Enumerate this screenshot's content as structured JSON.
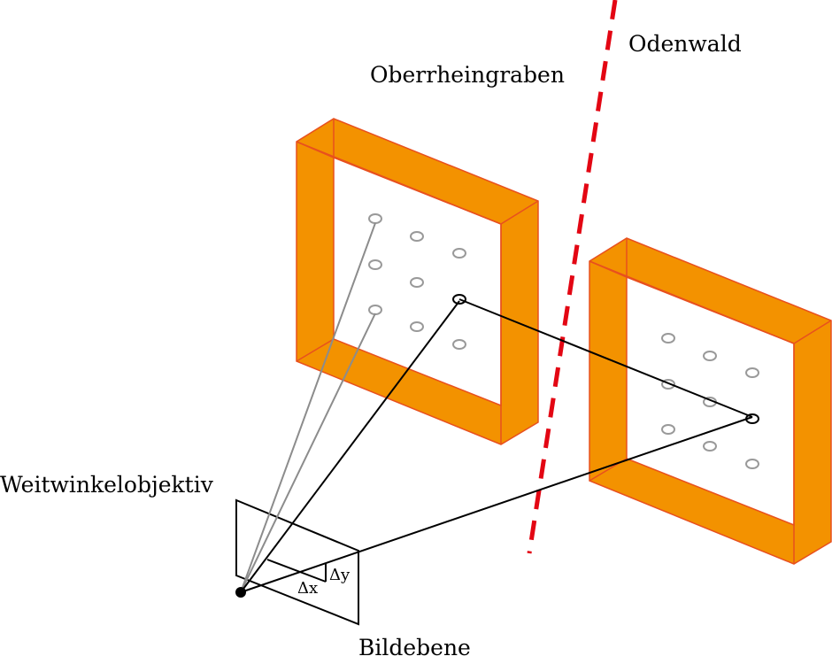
{
  "labels": {
    "odenwald": "Odenwald",
    "oberrheingraben": "Oberrheingraben",
    "lens": "Weitwinkelobjektiv",
    "image_plane": "Bildebene",
    "delta_x": "Δx",
    "delta_y": "Δy"
  },
  "colors": {
    "frame_fill": "#f39200",
    "frame_edge": "#e8501e",
    "fault_line": "#e30613",
    "target_dot": "#999999",
    "ray_gray": "#8c8c8c",
    "ray_black": "#000000"
  }
}
